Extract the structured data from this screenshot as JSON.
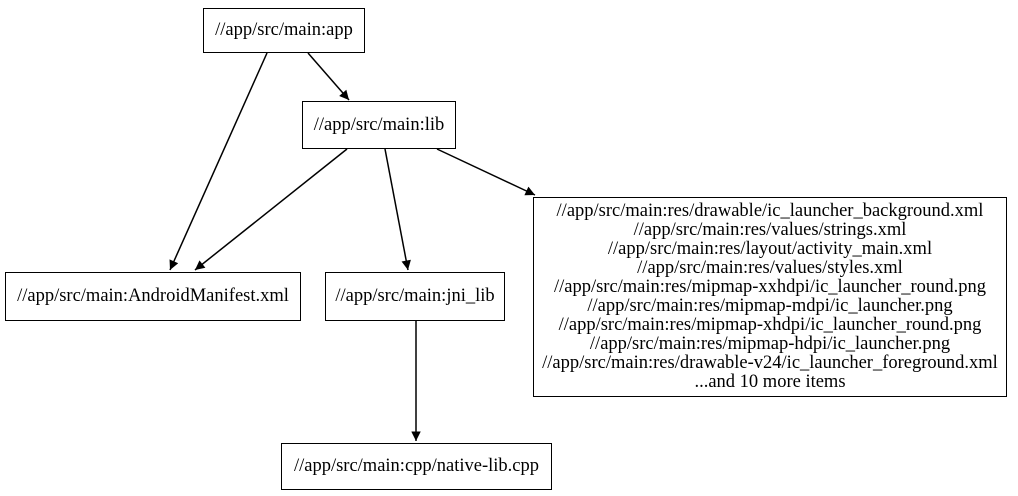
{
  "graph": {
    "type": "dependency-graph",
    "background_color": "#ffffff",
    "node_border_color": "#000000",
    "edge_color": "#000000",
    "text_color": "#000000",
    "nodes": [
      {
        "id": "app",
        "label": "//app/src/main:app"
      },
      {
        "id": "lib",
        "label": "//app/src/main:lib"
      },
      {
        "id": "android_manifest",
        "label": "//app/src/main:AndroidManifest.xml"
      },
      {
        "id": "jni_lib",
        "label": "//app/src/main:jni_lib"
      },
      {
        "id": "res_group",
        "lines": [
          "//app/src/main:res/drawable/ic_launcher_background.xml",
          "//app/src/main:res/values/strings.xml",
          "//app/src/main:res/layout/activity_main.xml",
          "//app/src/main:res/values/styles.xml",
          "//app/src/main:res/mipmap-xxhdpi/ic_launcher_round.png",
          "//app/src/main:res/mipmap-mdpi/ic_launcher.png",
          "//app/src/main:res/mipmap-xhdpi/ic_launcher_round.png",
          "//app/src/main:res/mipmap-hdpi/ic_launcher.png",
          "//app/src/main:res/drawable-v24/ic_launcher_foreground.xml",
          "...and 10 more items"
        ]
      },
      {
        "id": "native_lib_cpp",
        "label": "//app/src/main:cpp/native-lib.cpp"
      }
    ],
    "edges": [
      {
        "from": "app",
        "to": "android_manifest"
      },
      {
        "from": "app",
        "to": "lib"
      },
      {
        "from": "lib",
        "to": "android_manifest"
      },
      {
        "from": "lib",
        "to": "jni_lib"
      },
      {
        "from": "lib",
        "to": "res_group"
      },
      {
        "from": "jni_lib",
        "to": "native_lib_cpp"
      }
    ]
  }
}
